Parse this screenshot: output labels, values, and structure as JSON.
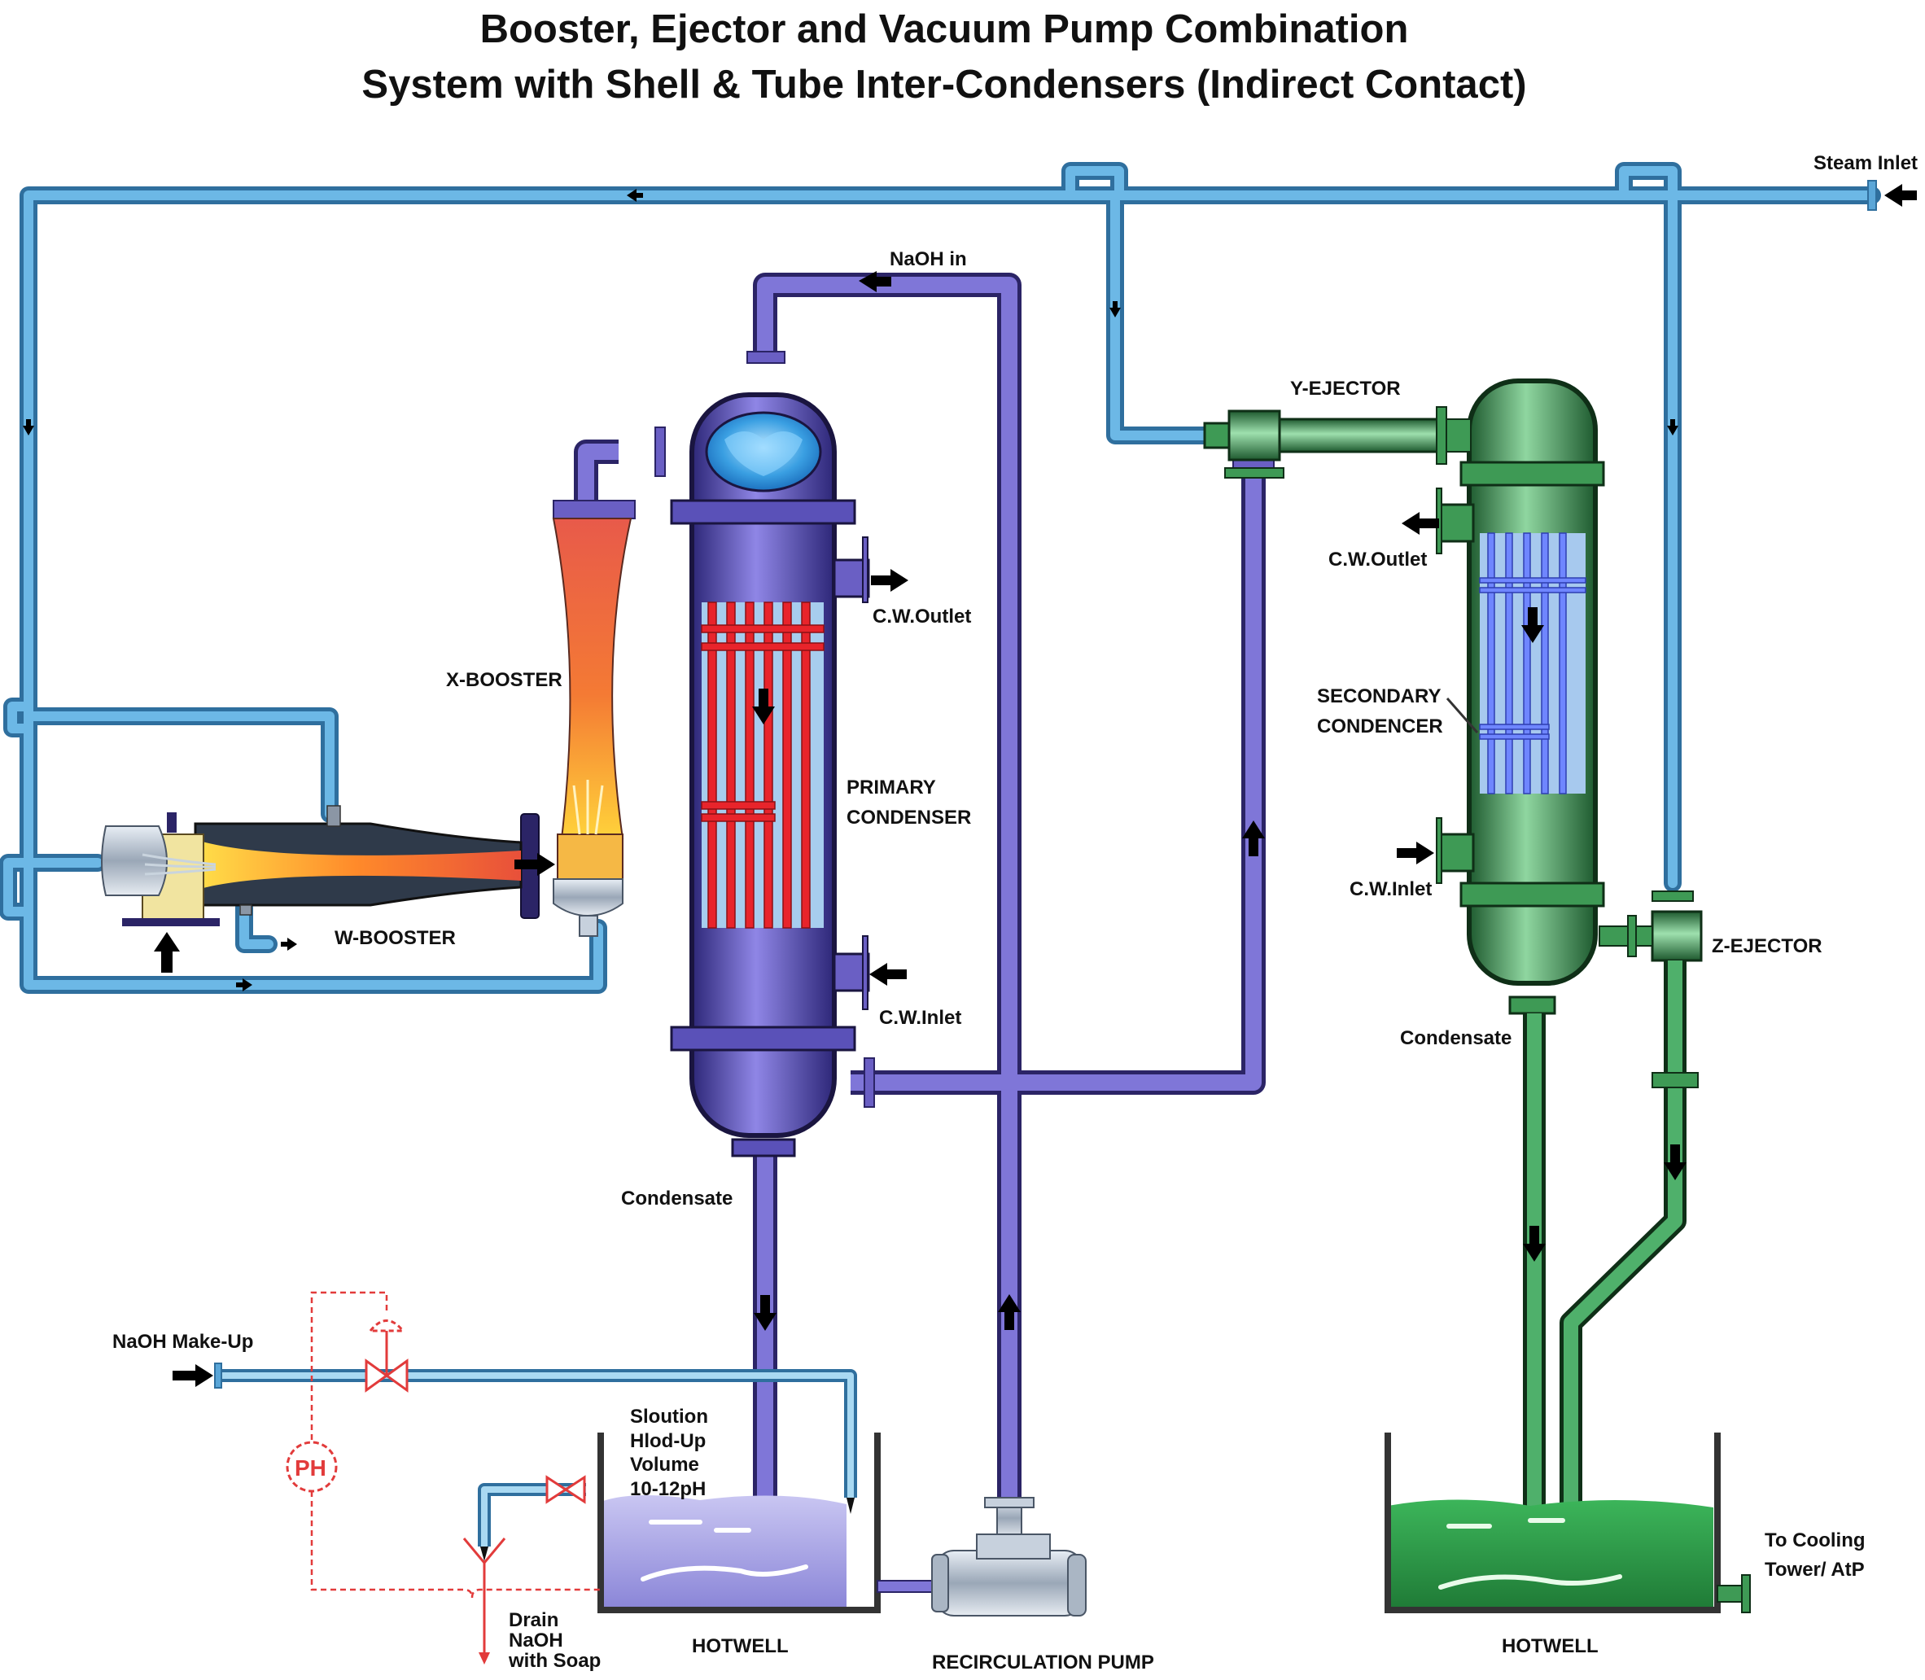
{
  "title": {
    "line1": "Booster, Ejector and Vacuum Pump Combination",
    "line2": "System with Shell & Tube Inter-Condensers (Indirect Contact)"
  },
  "labels": {
    "steam_inlet": "Steam Inlet",
    "naoh_in": "NaOH in",
    "y_ejector": "Y-EJECTOR",
    "x_booster": "X-BOOSTER",
    "w_booster": "W-BOOSTER",
    "z_ejector": "Z-EJECTOR",
    "cw_outlet_primary": "C.W.Outlet",
    "cw_inlet_primary": "C.W.Inlet",
    "cw_outlet_secondary": "C.W.Outlet",
    "cw_inlet_secondary": "C.W.Inlet",
    "primary_condenser_1": "PRIMARY",
    "primary_condenser_2": "CONDENSER",
    "secondary_condenser_1": "SECONDARY",
    "secondary_condenser_2": "CONDENCER",
    "condensate_primary": "Condensate",
    "condensate_secondary": "Condensate",
    "naoh_makeup": "NaOH Make-Up",
    "solution_1": "Sloution",
    "solution_2": "Hlod-Up",
    "solution_3": "Volume",
    "solution_4": "10-12pH",
    "ph": "PH",
    "drain_1": "Drain",
    "drain_2": "NaOH",
    "drain_3": "with Soap",
    "hotwell_left": "HOTWELL",
    "hotwell_right": "HOTWELL",
    "recirculation_pump": "RECIRCULATION PUMP",
    "cooling_1": "To Cooling",
    "cooling_2": "Tower/ AtP"
  },
  "colors": {
    "steam_pipe": "#5aa6d8",
    "steam_pipe_dark": "#2f6f9e",
    "purple": "#6a5fc4",
    "purple_dark": "#2b2466",
    "green": "#3e9a55",
    "green_dark": "#1c4f2a",
    "red_tube": "#e8242b",
    "control_red": "#e23b3b"
  }
}
